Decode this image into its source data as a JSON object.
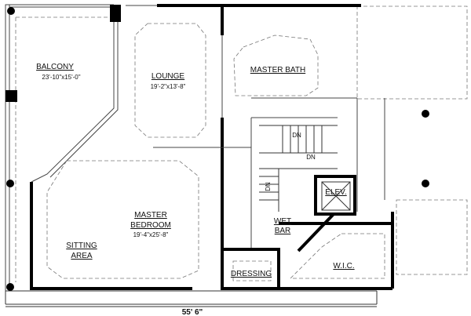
{
  "plan": {
    "overall_dimension": "55' 6\"",
    "rooms": {
      "balcony": {
        "name": "BALCONY",
        "size": "23'-10\"x15'-0\""
      },
      "lounge": {
        "name": "LOUNGE",
        "size": "19'-2\"x13'-8\""
      },
      "master_bath": {
        "name": "MASTER BATH"
      },
      "stairs": {
        "dn1": "DN",
        "dn2": "DN",
        "dn3": "DN"
      },
      "elevator": {
        "name": "ELEV."
      },
      "wet_bar": {
        "line1": "WET",
        "line2": "BAR"
      },
      "master_bedroom": {
        "line1": "MASTER",
        "line2": "BEDROOM",
        "size": "19'-4\"x25'-8\""
      },
      "sitting_area": {
        "line1": "SITTING",
        "line2": "AREA"
      },
      "dressing": {
        "name": "DRESSING"
      },
      "wic": {
        "name": "W.I.C."
      }
    }
  }
}
